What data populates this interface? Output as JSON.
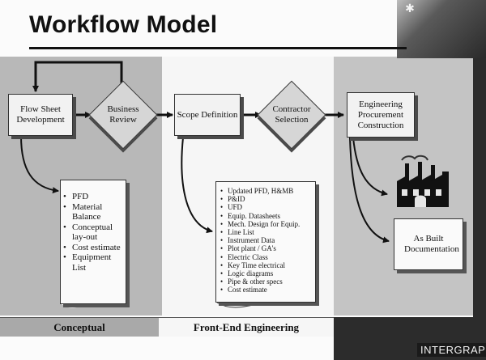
{
  "title": "Workflow Model",
  "nodes": {
    "flow_sheet": "Flow Sheet Development",
    "business_review": "Business Review",
    "scope_definition": "Scope Definition",
    "contractor_selection": "Contractor Selection",
    "epc": "Engineering Procurement Construction",
    "as_built": "As Built Documentation"
  },
  "conceptual_items": [
    "PFD",
    "Material Balance",
    "Conceptual lay-out",
    "Cost estimate",
    "Equipment List"
  ],
  "feed_items": [
    "Updated PFD, H&MB",
    "P&ID",
    "UFD",
    "Equip. Datasheets",
    "Mech. Design for Equip.",
    "Line List",
    "Instrument Data",
    "Plot plant / GA's",
    "Electric Class",
    "Key Time electrical",
    "Logic diagrams",
    "Pipe & other specs",
    "Cost estimate"
  ],
  "phases": {
    "conceptual": "Conceptual",
    "front_end": "Front-End Engineering"
  },
  "brand": "INTERGRAPH",
  "icons": {
    "factory": "factory-icon",
    "logo": "intergraph-logo-icon"
  }
}
